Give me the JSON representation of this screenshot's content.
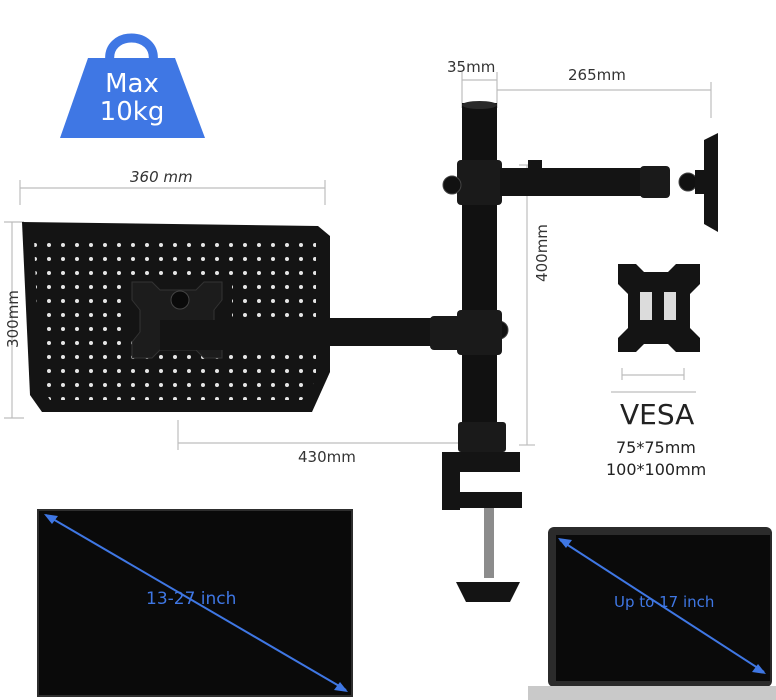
{
  "weight_badge": {
    "line1": "Max",
    "line2": "10kg",
    "color": "#3f77e4"
  },
  "dimensions": {
    "pole_diameter": "35mm",
    "monitor_arm_length": "265mm",
    "tray_width": "360 mm",
    "tray_depth": "300mm",
    "pole_height": "400mm",
    "tray_arm_length": "430mm"
  },
  "vesa": {
    "title": "VESA",
    "size_small": "75*75mm",
    "size_large": "100*100mm"
  },
  "monitor": {
    "size_label": "13-27 inch"
  },
  "laptop": {
    "size_label": "Up to 17 inch"
  },
  "colors": {
    "accent_blue": "#3f77e4",
    "hardware": "#141414",
    "dimension_line": "#bdbdbd"
  }
}
